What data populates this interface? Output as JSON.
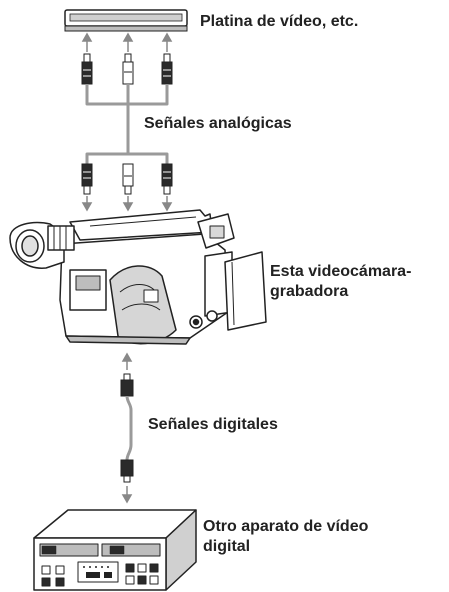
{
  "labels": {
    "vcr": "Platina de vídeo, etc.",
    "analog_signals": "Señales analógicas",
    "camcorder_line1": "Esta videocámara-",
    "camcorder_line2": "grabadora",
    "digital_signals": "Señales digitales",
    "other_device_line1": "Otro aparato de vídeo",
    "other_device_line2": "digital"
  },
  "colors": {
    "ink": "#222222",
    "cable": "#9a9a9a",
    "arrow": "#888888",
    "body_gray": "#bdbdbd"
  }
}
